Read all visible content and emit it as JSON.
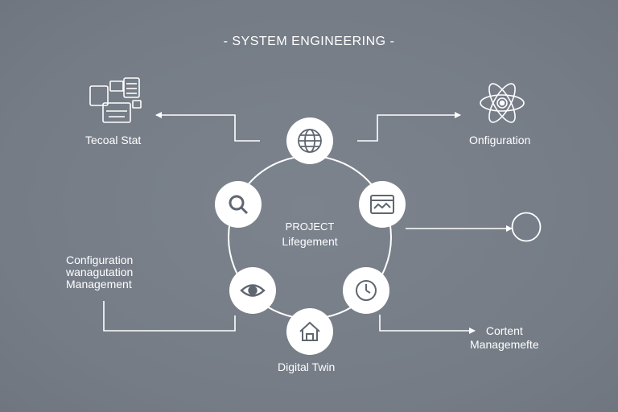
{
  "title": "- SYSTEM ENGINEERING -",
  "center": {
    "line1": "PROJECT",
    "line2": "Lifegement"
  },
  "labels": {
    "top_left": "Tecoal Stat",
    "top_right": "Onfiguration",
    "middle_left": [
      "Configuration",
      "wanagutation",
      "Management"
    ],
    "bottom_right": [
      "Cortent",
      "Managemefte"
    ],
    "bottom_center": "Digital Twin"
  },
  "colors": {
    "background": "#79808a",
    "node_fill": "#ffffff",
    "line": "#ffffff",
    "icon": "#5f6670"
  },
  "icons": {
    "top_left": "devices-icon",
    "top_right": "atom-icon",
    "node_top": "globe-icon",
    "node_left_upper": "search-icon",
    "node_right_upper": "monitor-icon",
    "node_left_lower": "eye-icon",
    "node_right_lower": "clock-icon",
    "node_bottom": "home-icon",
    "right_end": "empty-circle-icon"
  }
}
